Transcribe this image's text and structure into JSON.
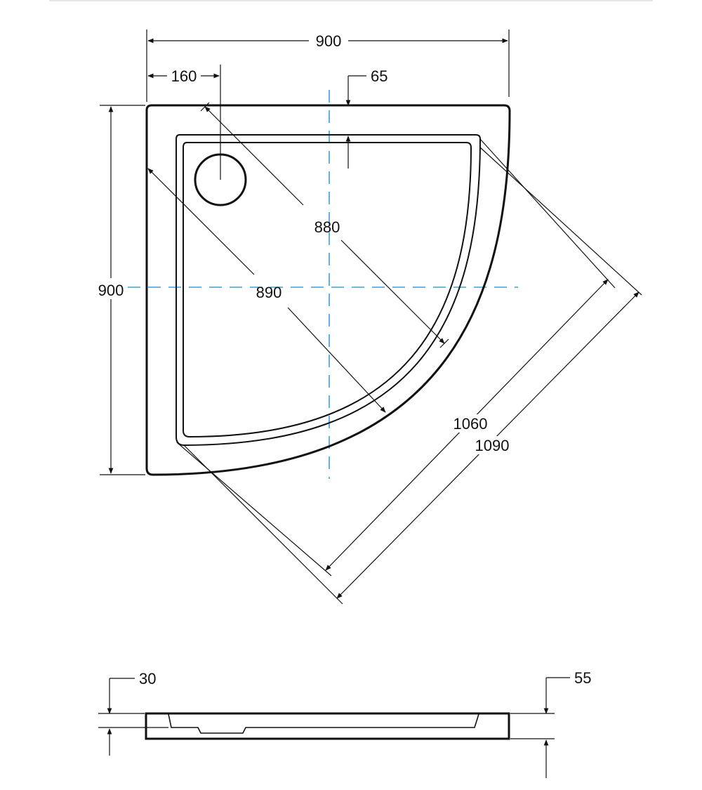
{
  "colors": {
    "stroke": "#111111",
    "centerline": "#3aa0d8",
    "background": "#ffffff"
  },
  "top_view": {
    "dimensions": {
      "overall_width": "900",
      "overall_depth": "900",
      "drain_offset": "160",
      "rim_width": "65",
      "inner_diagonal": "880",
      "outer_diagonal": "890",
      "inner_chord": "1060",
      "outer_chord": "1090"
    }
  },
  "side_view": {
    "dimensions": {
      "basin_depth": "30",
      "total_height": "55"
    }
  }
}
